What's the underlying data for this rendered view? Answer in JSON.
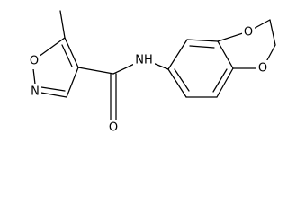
{
  "atoms": [
    {
      "id": "o-ring-1",
      "label": "O"
    },
    {
      "id": "n-ring",
      "label": "N"
    },
    {
      "id": "nh",
      "label": "NH"
    },
    {
      "id": "o-carbonyl",
      "label": "O"
    },
    {
      "id": "o-dioxane-top",
      "label": "O"
    },
    {
      "id": "o-dioxane-bottom",
      "label": "O"
    }
  ]
}
